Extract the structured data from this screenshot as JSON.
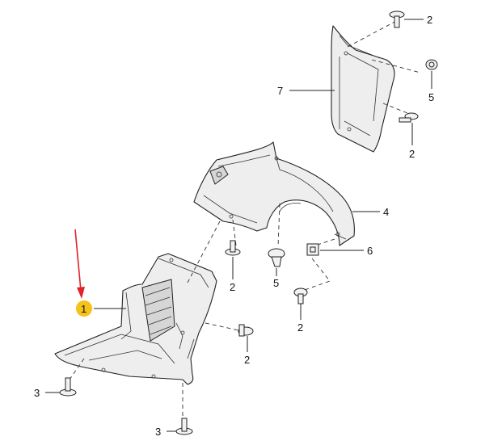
{
  "callouts": {
    "c1": "1",
    "c2": "2",
    "c3": "3",
    "c4": "4",
    "c5": "5",
    "c6": "6",
    "c7": "7"
  },
  "colors": {
    "highlight_badge": "#f5c21b",
    "indicator_arrow": "#e0232a",
    "line_art": "#222222"
  }
}
